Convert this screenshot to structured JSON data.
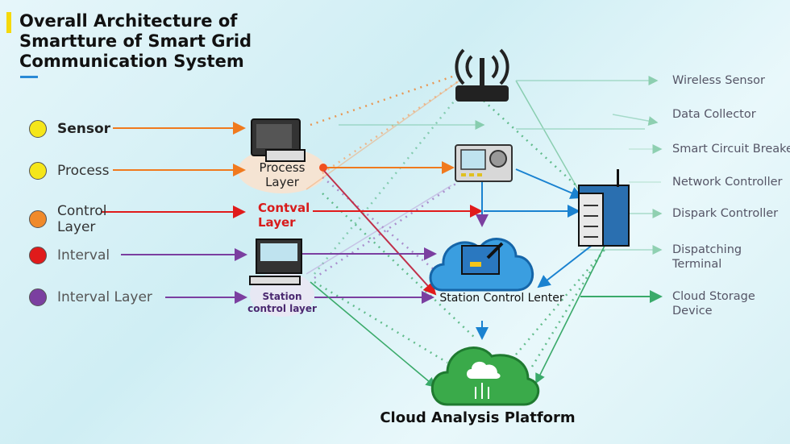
{
  "title": {
    "line1": "Overall Architecture of",
    "line2": "Smartture of Smart Grid",
    "line3": "Communication System"
  },
  "legend": [
    {
      "label": "Sensor",
      "color": "#f5e61a",
      "text_color": "#222"
    },
    {
      "label": "Process",
      "color": "#f5e61a",
      "text_color": "#333"
    },
    {
      "label": "Control\nLayer",
      "color": "#f08a2a",
      "text_color": "#333"
    },
    {
      "label": "Interval",
      "color": "#e01b1b",
      "text_color": "#555"
    },
    {
      "label": "Interval Layer",
      "color": "#7b3fa0",
      "text_color": "#555"
    }
  ],
  "nodes": {
    "process_layer": "Process\nLayer",
    "contval_layer": "Contval\nLayer",
    "station_control_layer": "Station\ncontrol layer",
    "station_control_center": "Station Control Lenter",
    "cloud_analysis_platform": "Cloud Analysis Platform"
  },
  "right_labels": [
    "Wireless Sensor",
    "Data Collector",
    "Smart Circuit Breake",
    "Network Controller",
    "Dispark Controller",
    "Dispatching\nTerminal",
    "Cloud Storage\nDevice"
  ],
  "icons": [
    "antenna-router-icon",
    "desktop-computer-icon",
    "control-panel-icon",
    "server-rack-icon",
    "monitor-icon",
    "cloud-icon"
  ],
  "colors": {
    "orange": "#f07a1e",
    "red": "#e01b1b",
    "purple": "#7b3fa0",
    "blue": "#1a82d0",
    "green": "#3aaa6a"
  }
}
